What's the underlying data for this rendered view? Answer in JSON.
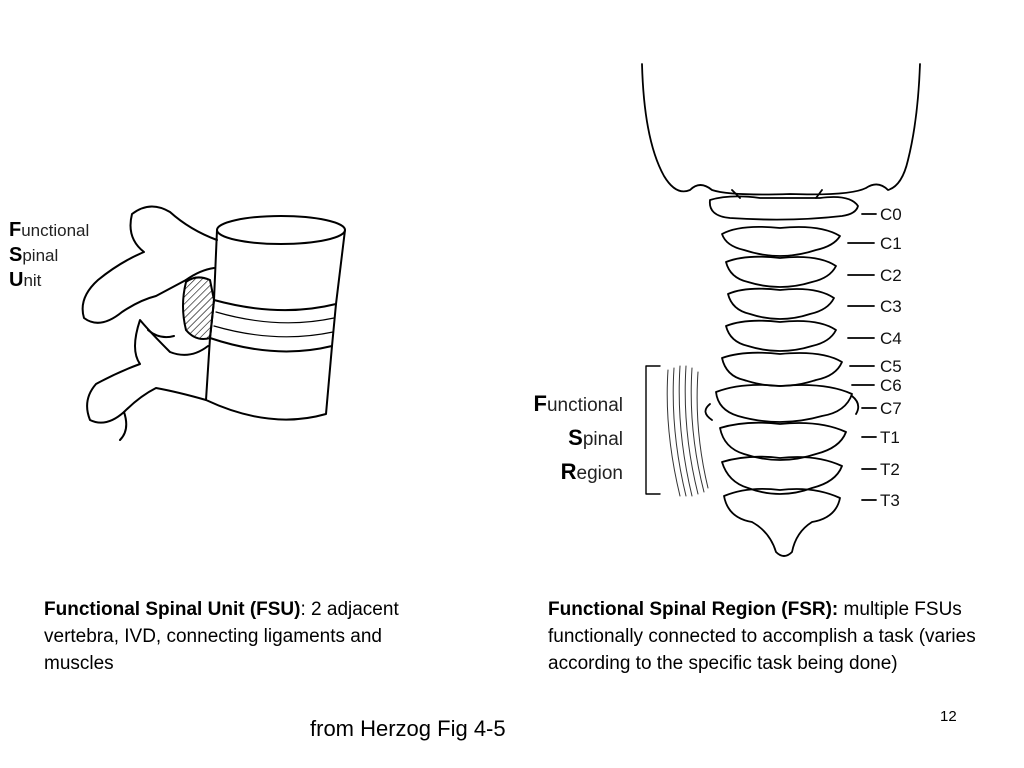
{
  "fsu_label": [
    {
      "cap": "F",
      "rest": "unctional"
    },
    {
      "cap": "S",
      "rest": "pinal"
    },
    {
      "cap": "U",
      "rest": "nit"
    }
  ],
  "fsr_label": [
    {
      "cap": "F",
      "rest": "unctional"
    },
    {
      "cap": "S",
      "rest": "pinal"
    },
    {
      "cap": "R",
      "rest": "egion"
    }
  ],
  "vertebra_levels": [
    "C0",
    "C1",
    "C2",
    "C3",
    "C4",
    "C5",
    "C6",
    "C7",
    "T1",
    "T2",
    "T3"
  ],
  "fsu_caption": {
    "term": "Functional Spinal Unit (FSU)",
    "text": ": 2 adjacent vertebra, IVD, connecting ligaments and muscles"
  },
  "fsr_caption": {
    "term": "Functional Spinal Region (FSR):",
    "text": " multiple FSUs functionally connected to accomplish a task (varies according to the specific task being done)"
  },
  "source": "from Herzog Fig 4-5",
  "page_number": "12"
}
